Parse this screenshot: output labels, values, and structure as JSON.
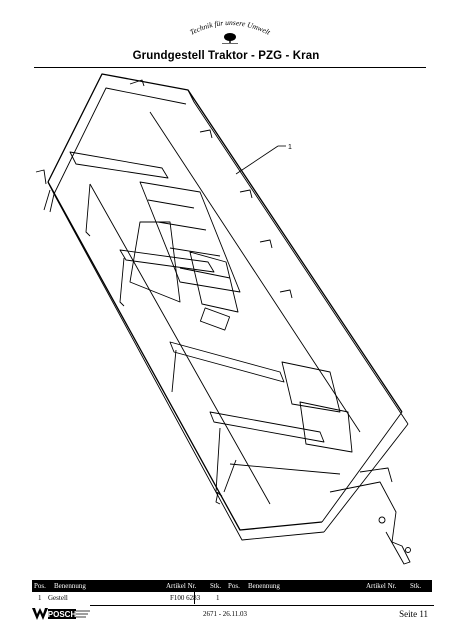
{
  "header": {
    "tagline": "Technik für unsere Umwelt",
    "title": "Grundgestell Traktor - PZG - Kran"
  },
  "drawing": {
    "callout_number": "1"
  },
  "parts_table": {
    "columns": [
      "Pos.",
      "Benennung",
      "Artikel Nr.",
      "Stk.",
      "Pos.",
      "Benennung",
      "Artikel Nr.",
      "Stk."
    ],
    "rows": [
      {
        "pos": "1",
        "name": "Gestell",
        "article": "F100 6283",
        "qty": "1"
      }
    ]
  },
  "footer": {
    "logo_text": "POSCH",
    "doc_ref": "2671  - 26.11.03",
    "page_label": "Seite 11"
  }
}
